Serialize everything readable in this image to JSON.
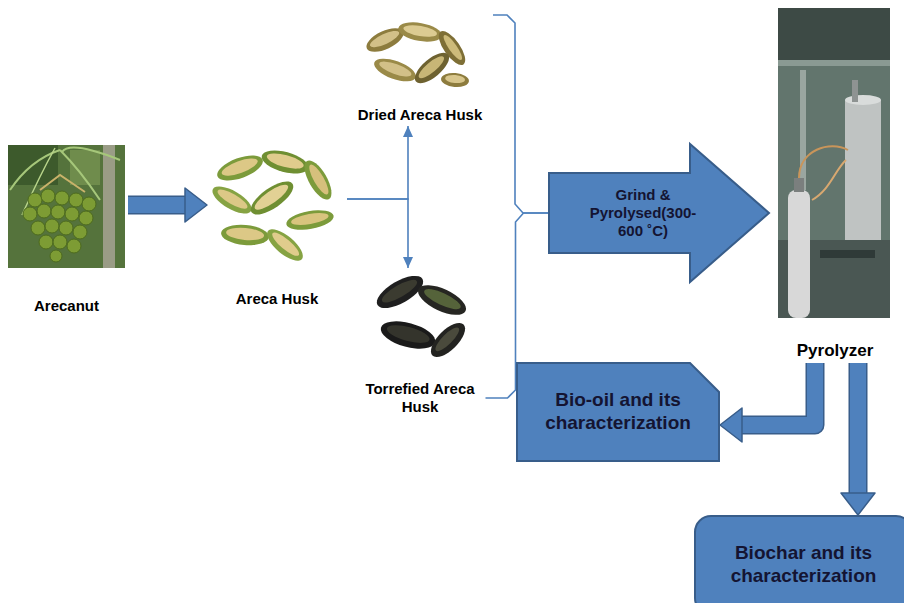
{
  "diagram": {
    "nodes": [
      {
        "text": [
          "Arecanut"
        ]
      },
      {
        "text": [
          "Areca Husk"
        ]
      },
      {
        "text": [
          "Dried Areca Husk"
        ]
      },
      {
        "text": [
          "Torrefied Areca Husk"
        ]
      },
      {
        "text": [
          "Grind & Pyrolysed(300- 600 ˚C)"
        ]
      },
      {
        "text": [
          "Pyrolyzer"
        ]
      },
      {
        "text": [
          "Bio-oil and its characterization"
        ]
      },
      {
        "text": [
          "Biochar and its characterization"
        ]
      }
    ],
    "edges": [
      {
        "from": 0,
        "to": 1,
        "arrow": "to"
      },
      {
        "from": 1,
        "to": 2,
        "arrow": "to"
      },
      {
        "from": 1,
        "to": 3,
        "arrow": "to"
      },
      {
        "from": 2,
        "to": 4,
        "arrow": "none"
      },
      {
        "from": 3,
        "to": 4,
        "arrow": "none"
      },
      {
        "from": 5,
        "to": 6,
        "arrow": "to"
      },
      {
        "from": 5,
        "to": 7,
        "arrow": "to"
      }
    ]
  }
}
